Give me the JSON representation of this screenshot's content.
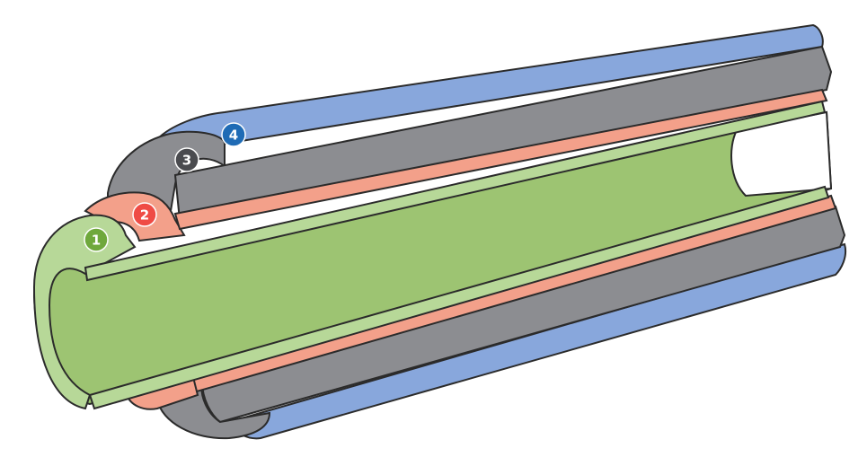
{
  "diagram": {
    "layers": [
      {
        "id": "layer-1",
        "number": "1",
        "color": "#9dc472",
        "lightColor": "#b7d898",
        "badgeColor": "#6fa83c"
      },
      {
        "id": "layer-2",
        "number": "2",
        "color": "#f3a08a",
        "lightColor": "#f6b7a4",
        "badgeColor": "#ef4b45"
      },
      {
        "id": "layer-3",
        "number": "3",
        "color": "#8c8d91",
        "lightColor": "#a3a4a8",
        "badgeColor": "#4a4b4f"
      },
      {
        "id": "layer-4",
        "number": "4",
        "color": "#88a7dc",
        "lightColor": "#a0bbea",
        "badgeColor": "#1f6bb5"
      }
    ],
    "outline_color": "#2b2b2b"
  }
}
